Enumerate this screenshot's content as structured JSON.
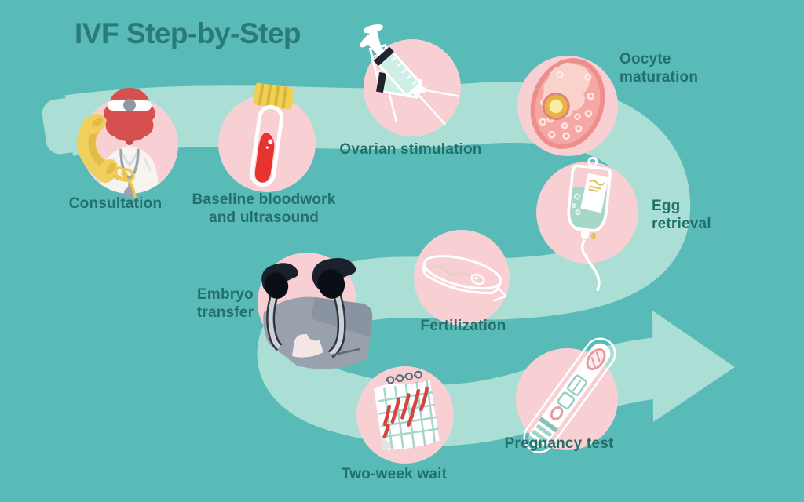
{
  "title": "IVF Step-by-Step",
  "colors": {
    "background": "#58bbb7",
    "flow_band": "#abdfd5",
    "step_circle": "#f8cfd3",
    "label_text": "#236f6c",
    "title_text": "#2a7a77",
    "blood_red": "#e6332f",
    "phone_yellow": "#f0d05c",
    "mint_fluid": "#a6d8ca",
    "device_gray": "#99a1ac"
  },
  "steps": [
    {
      "label": "Consultation",
      "icon": "doctor-phone-icon"
    },
    {
      "label": "Baseline bloodwork\nand ultrasound",
      "icon": "blood-test-tube-icon"
    },
    {
      "label": "Ovarian stimulation",
      "icon": "syringes-icon"
    },
    {
      "label": "Oocyte\nmaturation",
      "icon": "oocyte-cell-icon"
    },
    {
      "label": "Egg\nretrieval",
      "icon": "iv-bag-icon"
    },
    {
      "label": "Fertilization",
      "icon": "petri-dish-sperm-icon"
    },
    {
      "label": "Embryo\ntransfer",
      "icon": "microscope-icon"
    },
    {
      "label": "Two-week wait",
      "icon": "calendar-icon"
    },
    {
      "label": "Pregnancy test",
      "icon": "pregnancy-test-icon"
    }
  ]
}
